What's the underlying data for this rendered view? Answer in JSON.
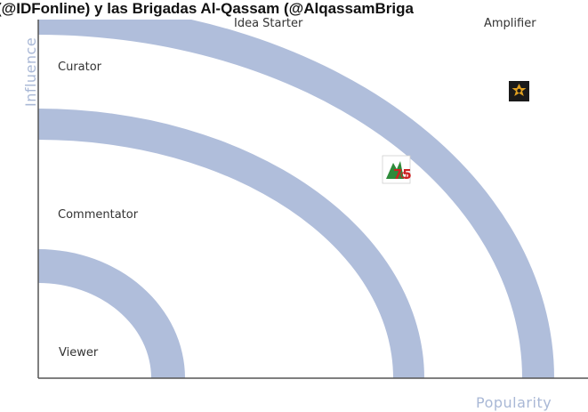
{
  "header": {
    "title": "(@IDFonline) y las Brigadas Al-Qassam (@AlqassamBriga"
  },
  "axes": {
    "y_label": "Influence",
    "x_label": "Popularity"
  },
  "zones": {
    "curator": "Curator",
    "commentator": "Commentator",
    "viewer": "Viewer",
    "idea_starter": "Idea Starter",
    "amplifier": "Amplifier"
  },
  "markers": [
    {
      "name": "idf-logo",
      "icon": "idf-75-logo-icon"
    },
    {
      "name": "alqassam-logo",
      "icon": "alqassam-emblem-icon"
    }
  ],
  "colors": {
    "arc": "#b0bedb",
    "axis": "#555555",
    "axis_label": "#a9b8d6",
    "amplifier_badge": "#1a1a1a",
    "amplifier_emblem": "#e0a020",
    "idf_green": "#2e8b3a",
    "idf_red": "#cc2222"
  }
}
